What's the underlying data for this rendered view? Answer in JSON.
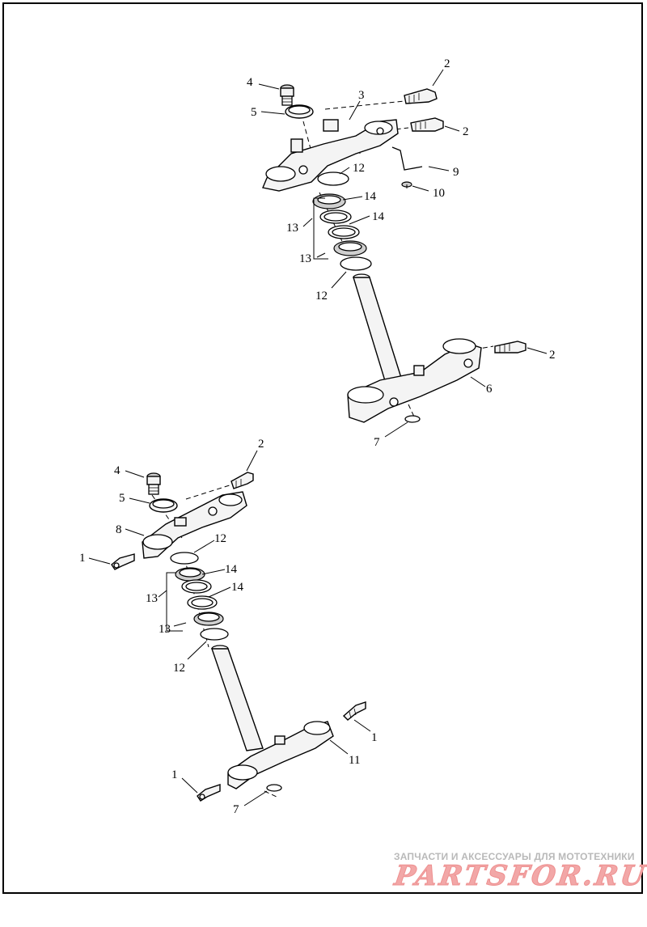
{
  "callouts": {
    "upper": [
      "4",
      "5",
      "3",
      "2",
      "2",
      "9",
      "10",
      "12",
      "14",
      "13",
      "14",
      "13",
      "12",
      "2",
      "6",
      "7"
    ],
    "lower": [
      "2",
      "4",
      "5",
      "8",
      "1",
      "12",
      "14",
      "13",
      "14",
      "13",
      "12",
      "1",
      "11",
      "1",
      "7"
    ]
  },
  "watermark": {
    "caption": "ЗАПЧАСТИ И АКСЕССУАРЫ ДЛЯ МОТОТЕХНИКИ",
    "logo": "PARTSFOR.RU"
  },
  "colors": {
    "line": "#000000",
    "watermark_text": "#b9b9b9",
    "watermark_logo": "#f2a7a7"
  }
}
